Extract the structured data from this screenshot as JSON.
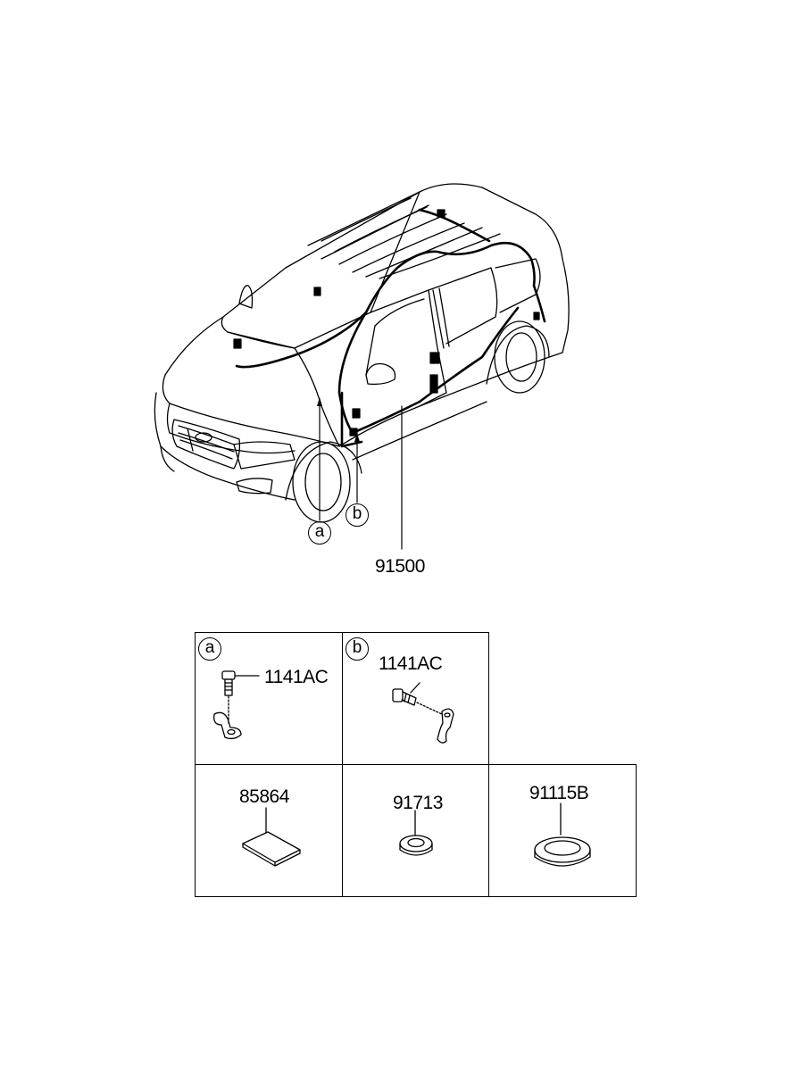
{
  "main_view": {
    "callout_a": "a",
    "callout_b": "b",
    "harness_part_no": "91500"
  },
  "detail_table": {
    "cell_a": {
      "circle": "a",
      "part_no": "1141AC"
    },
    "cell_b": {
      "circle": "b",
      "part_no": "1141AC"
    },
    "cell_pad": {
      "part_no": "85864"
    },
    "cell_grommet_small": {
      "part_no": "91713"
    },
    "cell_grommet_large": {
      "part_no": "91115B"
    }
  }
}
